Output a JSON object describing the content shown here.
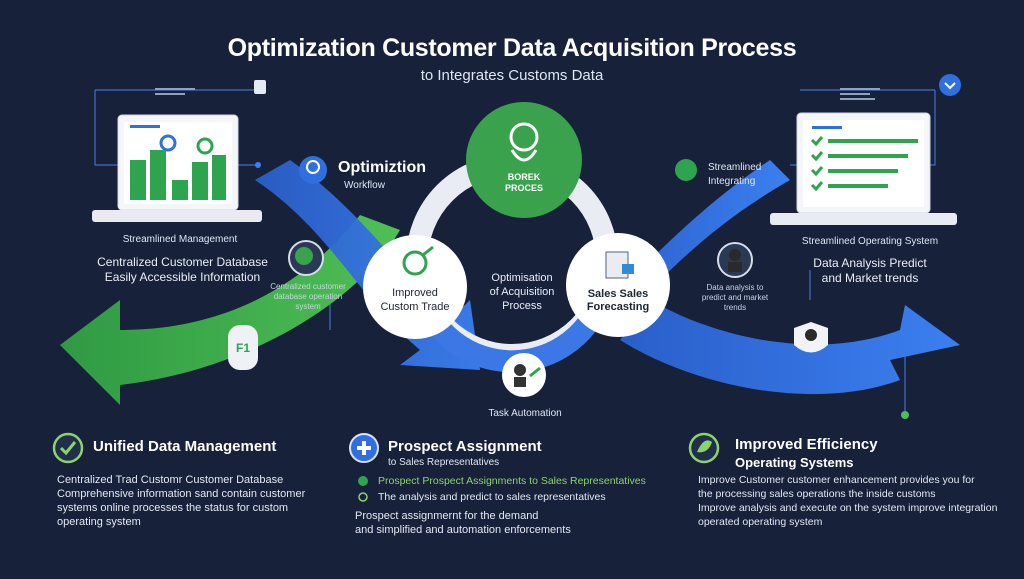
{
  "header": {
    "title": "Optimization Customer Data Acquisition Process",
    "subtitle": "to Integrates Customs Data"
  },
  "left_panel": {
    "laptop_caption": "Streamlined Management",
    "line1": "Centralized Customer Database",
    "line2": "Easily Accessible Information",
    "tiny_note": "Centralized customer database operation system"
  },
  "right_panel": {
    "laptop_caption": "Streamlined Operating System",
    "line1": "Data Analysis Predict",
    "line2": "and Market trends",
    "tiny_note": "Data analysis to predict and market trends"
  },
  "optimization_badge": {
    "title": "Optimiztion",
    "subtitle": "Workflow"
  },
  "top_right_badge": {
    "line1": "Streamlined",
    "line2": "Integrating"
  },
  "cycle": {
    "top_node": {
      "line1": "BOREK",
      "line2": "PROCES"
    },
    "left_node": {
      "line1": "Improved",
      "line2": "Custom Trade"
    },
    "right_node": {
      "line1": "Sales Sales",
      "line2": "Forecasting"
    },
    "center": {
      "line1": "Optimisation",
      "line2": "of Acquisition",
      "line3": "Process"
    },
    "bottom_caption": "Task Automation"
  },
  "sections": [
    {
      "title": "Unified Data Management",
      "lines": [
        "Centralized Trad Customr Customer Database",
        "Comprehensive information sand contain customer",
        "systems online processes the status for custom",
        "operating system"
      ]
    },
    {
      "title": "Prospect Assignment",
      "subtitle": "to Sales Representatives",
      "bullet1": "Prospect Prospect Assignments to Sales Representatives",
      "bullet2": "The analysis and predict to sales representatives",
      "lines": [
        "Prospect assignmernt for the demand",
        "and simplified and automation enforcements"
      ]
    },
    {
      "title": "Improved Efficiency",
      "subtitle": "Operating Systems",
      "lines": [
        "Improve Customer customer enhancement provides you for",
        "the processing sales operations the inside customs",
        "Improve analysis and execute on the system improve integration",
        "operated operating system"
      ]
    }
  ],
  "colors": {
    "background": "#17213a",
    "green": "#3aa24c",
    "blue": "#2f6fe0",
    "light_green": "#8bd46b"
  },
  "icons": [
    "check-circle-icon",
    "plus-circle-icon",
    "leaf-circle-icon",
    "key-icon",
    "bar-chart-icon",
    "person-icon",
    "shield-person-icon",
    "report-icon",
    "head-icon"
  ]
}
